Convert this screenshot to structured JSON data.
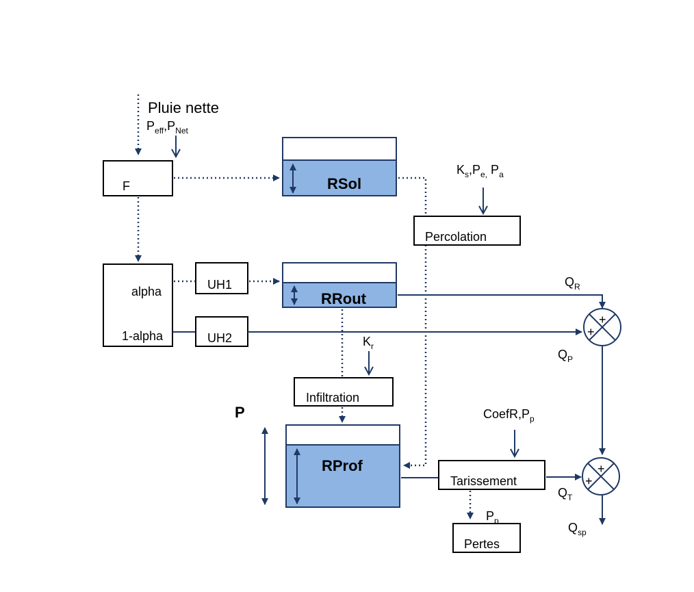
{
  "colors": {
    "line": "#1f3864",
    "reservoir_fill": "#8eb4e3",
    "box_border": "#000000"
  },
  "labels": {
    "pluie": "Pluie nette",
    "peff_main": "P",
    "peff_sub": "eff",
    "peff_sep": ",P",
    "pnet_sub": "Net",
    "f": "F",
    "alpha": "alpha",
    "one_minus_alpha": "1-alpha",
    "uh1": "UH1",
    "uh2": "UH2",
    "rsol": "RSol",
    "rrout": "RRout",
    "rprof": "RProf",
    "percolation": "Percolation",
    "infiltration": "Infiltration",
    "tarissement": "Tarissement",
    "pertes": "Pertes",
    "p": "P",
    "ks_k": "K",
    "ks_sub": "s",
    "pe_sep": ",P",
    "pe_sub": "e,",
    "pa_p": " P",
    "pa_sub": "a",
    "kr_k": "K",
    "kr_sub": "r",
    "coefr": "CoefR,P",
    "coefr_sub": "p",
    "pp_p": "P",
    "pp_sub": "p",
    "qr_q": "Q",
    "qr_sub": "R",
    "qp_q": "Q",
    "qp_sub": "P",
    "qt_q": "Q",
    "qt_sub": "T",
    "qsp_q": "Q",
    "qsp_sub": "sp",
    "plus": "+"
  }
}
